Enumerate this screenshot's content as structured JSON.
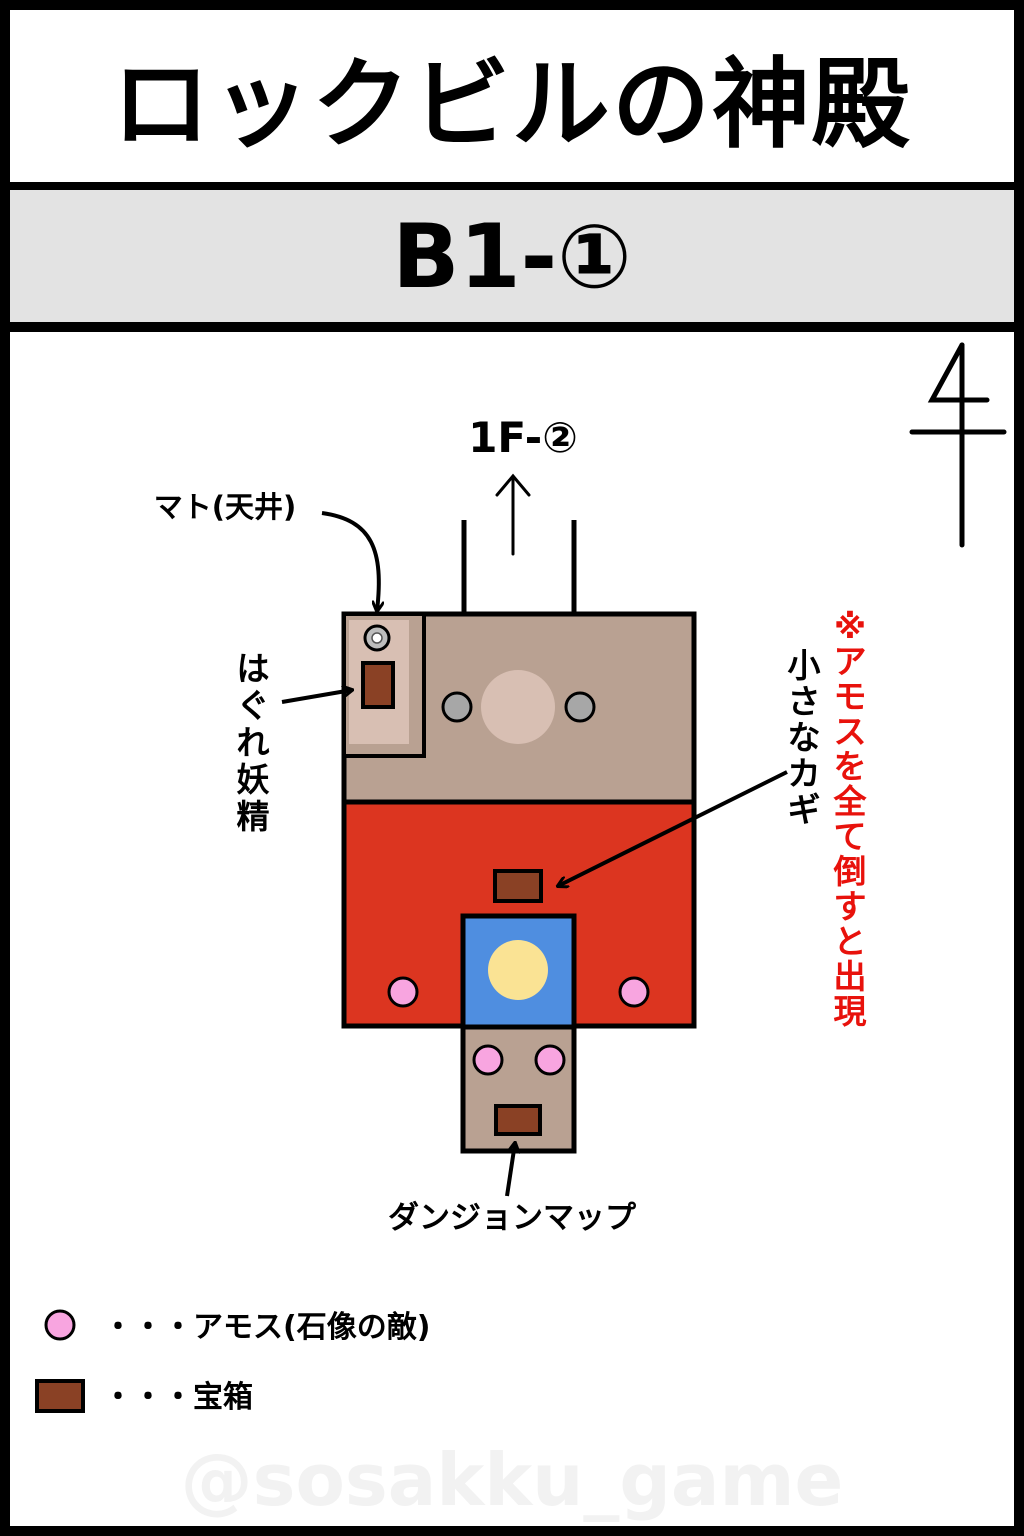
{
  "title": "ロックビルの神殿",
  "floor": "B1-①",
  "map": {
    "exit_label": "1F-②",
    "labels": {
      "mato": "マト(天井)",
      "hagure": [
        "は",
        "ぐ",
        "れ",
        "妖",
        "精"
      ],
      "small_key": [
        "小",
        "さ",
        "な",
        "カ",
        "ギ"
      ],
      "note": [
        "※",
        "ア",
        "モ",
        "ス",
        "を",
        "全",
        "て",
        "倒",
        "す",
        "と",
        "出",
        "現"
      ],
      "dungeon_map": "ダンジョンマップ"
    },
    "colors": {
      "upper_room": "#b9a192",
      "inner_room": "#d8bfb3",
      "red_room": "#dc3520",
      "blue_tile": "#4f8ee0",
      "yellow_orb": "#fae394",
      "pink_amos": "#f8a5e0",
      "gray_statue": "#a7a7a7",
      "chest": "#8a4125",
      "note_text": "#e8120c"
    }
  },
  "legend": [
    {
      "icon": "pink-circle-icon",
      "text": "・・・アモス(石像の敵)"
    },
    {
      "icon": "chest-icon",
      "text": "・・・宝箱"
    }
  ],
  "watermark": "@sosakku_game"
}
